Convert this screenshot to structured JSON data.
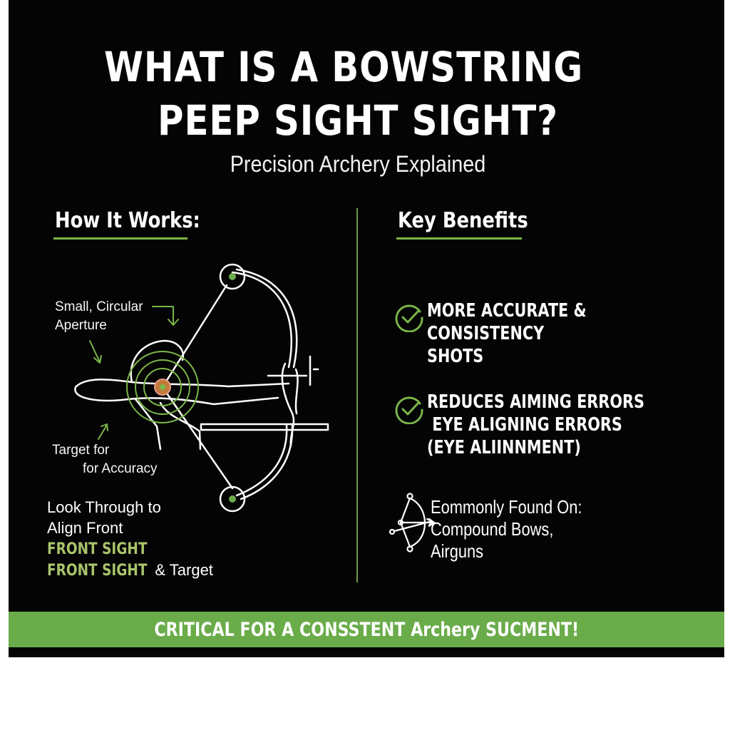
{
  "header": {
    "title_line1": "WHAT IS A BOWSTRING",
    "title_line2": "PEEP SIGHT SIGHT?",
    "subtitle": "Precision Archery Explained"
  },
  "left": {
    "heading": "How It Works:",
    "labels": {
      "aperture_line1": "Small, Circular",
      "aperture_line2": "Aperture",
      "target_line1": "Target for",
      "target_line2": "for Accuracy"
    },
    "look": {
      "line1": "Look Through to",
      "line2": "Align Front",
      "line3_green": "FRONT SIGHT",
      "line4_green": "FRONT SIGHT",
      "line4_rest": " & Target"
    }
  },
  "right": {
    "heading": "Key Benefits",
    "benefits": [
      {
        "icon": "check-circle-icon",
        "lines": [
          "MORE ACCURATE &",
          "CONSISTENCY",
          "SHOTS"
        ]
      },
      {
        "icon": "check-circle-icon",
        "lines": [
          "REDUCES AIMING ERRORS",
          " EYE ALIGNING ERRORS",
          "(EYE ALIINNMENT)"
        ]
      }
    ],
    "found": {
      "icon": "bow-and-arrow-icon",
      "lines": [
        "Eommonly Found On:",
        "Compound Bows,",
        "Airguns"
      ]
    }
  },
  "banner": {
    "text": "CRITICAL FOR A CONSSTENT Archery SUCMENT!"
  },
  "colors": {
    "background": "#040404",
    "accent_green": "#6aac4a",
    "heading_underline": "#7ab648",
    "text_green": "#a9c46c",
    "text": "#ffffff"
  }
}
